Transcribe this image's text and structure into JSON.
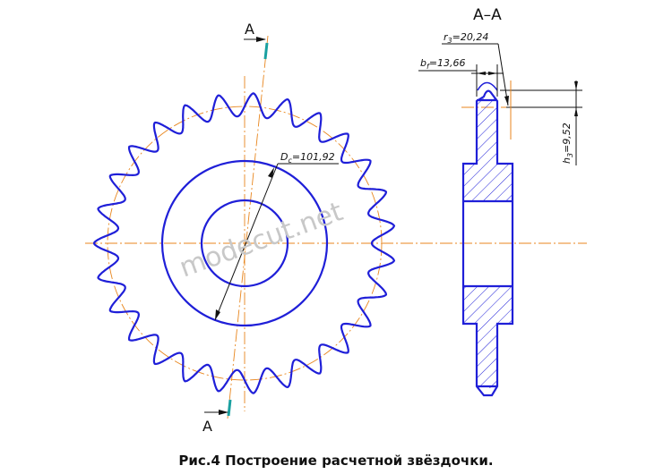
{
  "section_marks": {
    "top": "A",
    "bottom": "A",
    "view_title": "A–A"
  },
  "dimensions": {
    "dc": "D",
    "dc_sub": "c",
    "dc_val": "=101,92",
    "r3": "r",
    "r3_sub": "3",
    "r3_val": "=20,24",
    "bf": "b",
    "bf_sub": "f",
    "bf_val": "=13,66",
    "h3": "h",
    "h3_sub": "3",
    "h3_val": "=9,52"
  },
  "watermark": "modecut.net",
  "caption": "Рис.4 Построение расчетной  звёздочки.",
  "colors": {
    "outline": "#1f1fd8",
    "axis": "#e8861e",
    "dim": "#111111",
    "cut": "#1aa0a0"
  }
}
